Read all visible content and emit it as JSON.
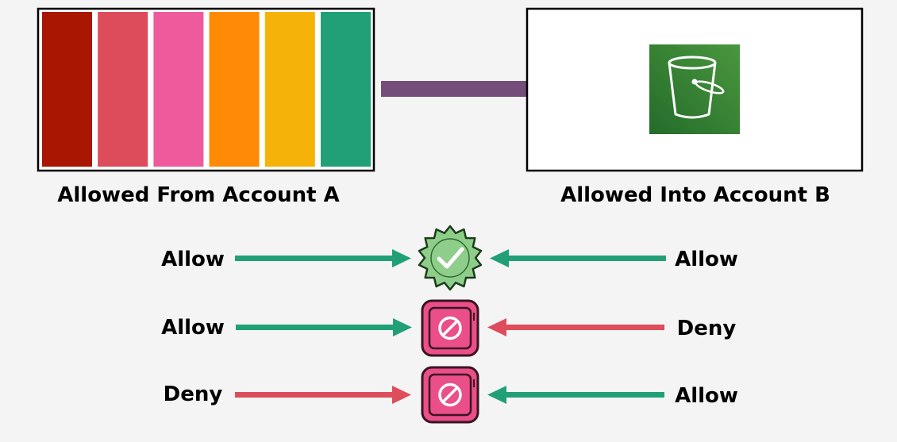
{
  "colors": {
    "background": "#f4f4f4",
    "flow_arrow": "#744d7b",
    "allow_arrow": "#21a078",
    "deny_arrow": "#dd4d5c",
    "bucket_dark": "#246c2a",
    "bucket_light": "#49973e",
    "allow_badge": "#8fce8a",
    "deny_badge": "#ea4f8a"
  },
  "account_a": {
    "label": "Allowed From Account A",
    "permission_colors": [
      "#a91601",
      "#dc4c5a",
      "#ef5a9c",
      "#ff8a05",
      "#f5b209",
      "#21a078"
    ]
  },
  "account_b": {
    "label": "Allowed Into Account B",
    "icon": "s3-bucket-icon"
  },
  "evaluation_rows": [
    {
      "left": "Allow",
      "right": "Allow",
      "result_icon": "check-badge-icon"
    },
    {
      "left": "Allow",
      "right": "Deny",
      "result_icon": "deny-badge-icon"
    },
    {
      "left": "Deny",
      "right": "Allow",
      "result_icon": "deny-badge-icon"
    }
  ]
}
